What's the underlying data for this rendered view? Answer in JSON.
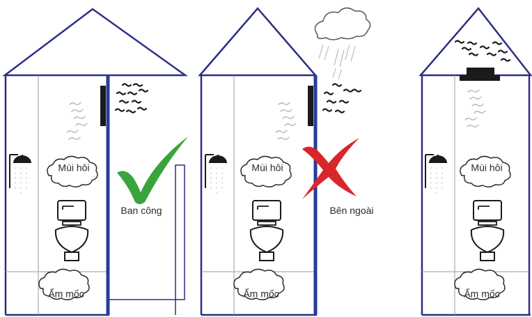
{
  "colors": {
    "house_outline": "#2b2e84",
    "wall_accent": "#2b3a9c",
    "check_mark": "#3aa43c",
    "cross_mark": "#d9262a",
    "fixture": "#1a1a1a",
    "steam": "#b5b5b5"
  },
  "panels": [
    {
      "smell_label": "Mùi hôi",
      "mold_label": "Ẩm mốc",
      "outside_label": "Ban công",
      "verdict_icon": "check-mark-icon"
    },
    {
      "smell_label": "Mùi hôi",
      "mold_label": "Ẩm mốc",
      "outside_label": "Bên ngoài",
      "verdict_icon": "cross-mark-icon",
      "weather_icon": "rain-cloud-icon"
    },
    {
      "smell_label": "Mùi hôi",
      "mold_label": "Ẩm mốc",
      "vent_position": "roof"
    }
  ]
}
